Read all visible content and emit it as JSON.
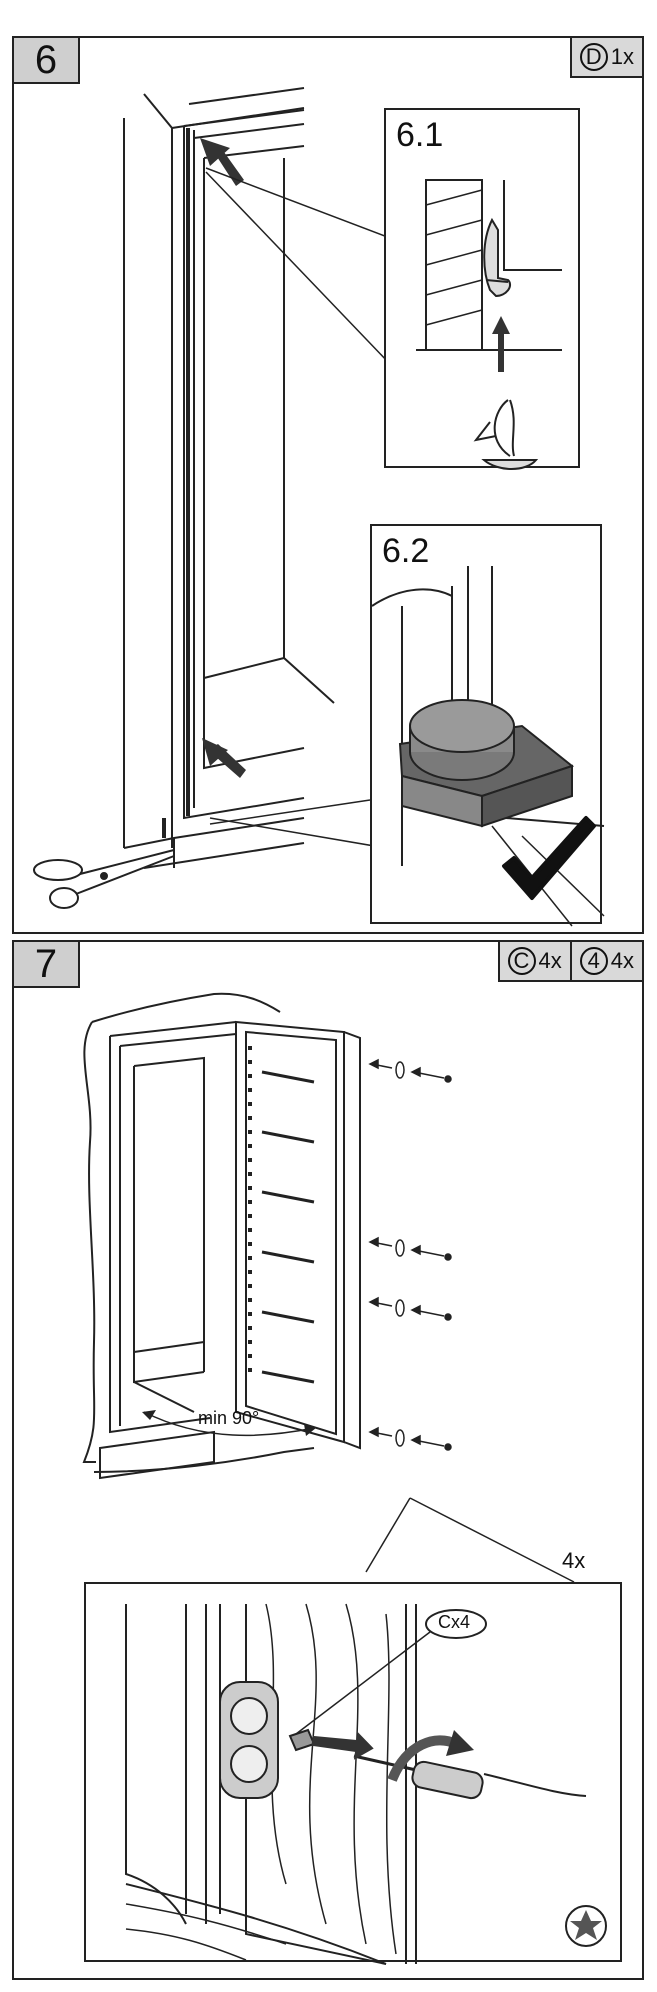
{
  "step6": {
    "number": "6",
    "part_letter": "D",
    "part_qty": "1x",
    "detail1_label": "6.1",
    "detail2_label": "6.2"
  },
  "step7": {
    "number": "7",
    "part_letter": "C",
    "part_qty": "4x",
    "part2_glyph": "4",
    "part2_qty": "4x",
    "angle_label": "min 90°",
    "detail_qty": "4x",
    "callout_label": "Cx4"
  },
  "colors": {
    "panel_grey": "#cfcfcf",
    "line": "#222222",
    "detail_fill": "#7a7a7a"
  }
}
